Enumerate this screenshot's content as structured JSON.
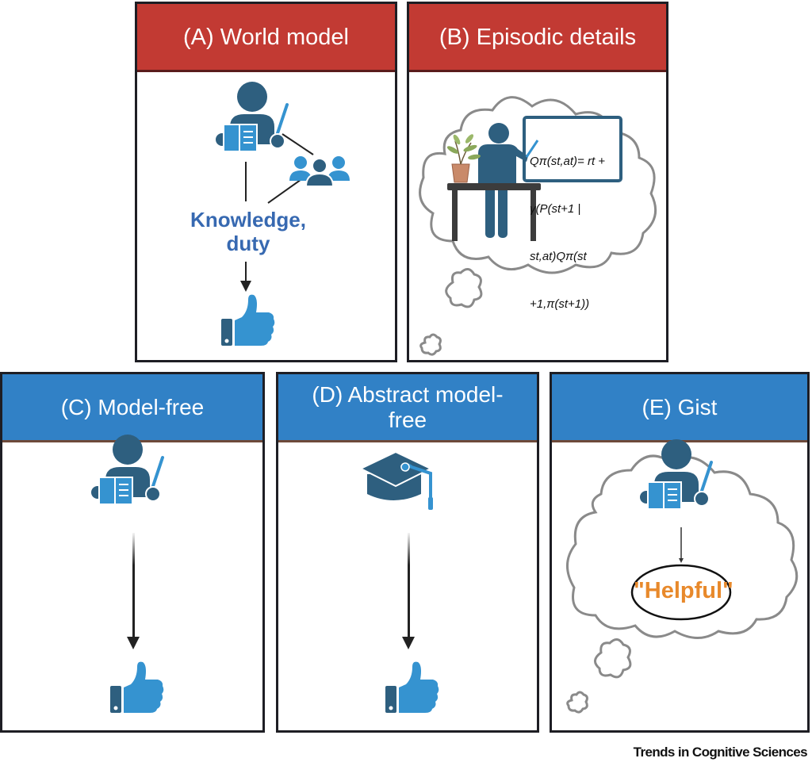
{
  "panels": {
    "a": {
      "title": "(A) World model",
      "label_line1": "Knowledge,",
      "label_line2": "duty",
      "icons": [
        "teacher-icon",
        "group-icon",
        "thumbs-up-icon"
      ]
    },
    "b": {
      "title": "(B) Episodic details",
      "equation": [
        "Qπ(st,at)= rt +",
        "γ(P(st+1 |",
        "st,at)Qπ(st",
        "+1,π(st+1))"
      ],
      "icons": [
        "thought-cloud-icon",
        "teacher-at-board-icon",
        "plant-icon",
        "desk-icon"
      ]
    },
    "c": {
      "title": "(C) Model-free",
      "icons": [
        "teacher-icon",
        "thumbs-up-icon"
      ]
    },
    "d": {
      "title": "(D) Abstract model-free",
      "title_line1": "(D) Abstract model-",
      "title_line2": "free",
      "icons": [
        "graduation-cap-icon",
        "thumbs-up-icon"
      ]
    },
    "e": {
      "title": "(E) Gist",
      "label": "\"Helpful\"",
      "icons": [
        "thought-cloud-icon",
        "teacher-icon"
      ]
    }
  },
  "credit": "Trends in Cognitive Sciences",
  "colors": {
    "red_header": "#c23a33",
    "blue_header": "#3181c6",
    "dark_icon": "#2e5f7f",
    "light_icon": "#3593d0",
    "knowledge_text": "#3769b1",
    "helpful_text": "#e8892b",
    "cloud_stroke": "#8a8a8a"
  }
}
